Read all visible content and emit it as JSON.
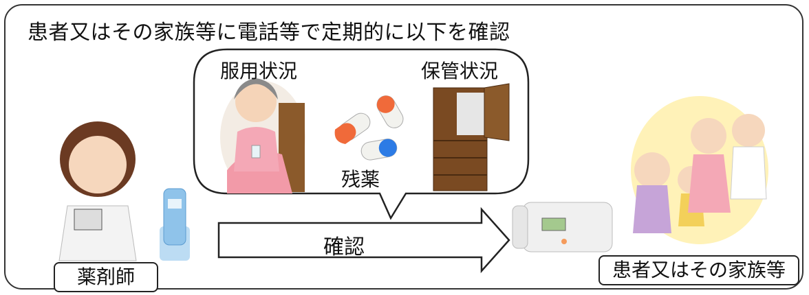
{
  "header": {
    "title": "患者又はその家族等に電話等で定期的に以下を確認"
  },
  "bubble": {
    "medication_status": "服用状況",
    "storage_status": "保管状況",
    "leftover_medicine": "残薬"
  },
  "arrow": {
    "label": "確認"
  },
  "actors": {
    "pharmacist": "薬剤師",
    "patient_family": "患者又はその家族等"
  },
  "colors": {
    "frame": "#333333",
    "cabinet": "#7a4a22",
    "pill_orange": "#f06a3a",
    "pill_blue": "#2c7be5",
    "phone_blue": "#8fc3ea",
    "family_glow": "#fff2b8"
  }
}
